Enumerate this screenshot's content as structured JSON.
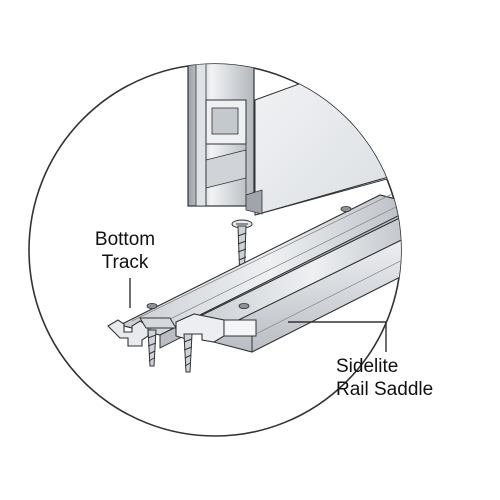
{
  "labels": {
    "bottom_track": [
      "Bottom",
      "Track"
    ],
    "sidelite_rail_saddle": [
      "Sidelite",
      "Rail Saddle"
    ]
  },
  "colors": {
    "outline": "#333333",
    "metal_light": "#f2f4f6",
    "metal_mid": "#d8dce0",
    "metal_dark": "#a9aeb4",
    "background": "#ffffff"
  }
}
